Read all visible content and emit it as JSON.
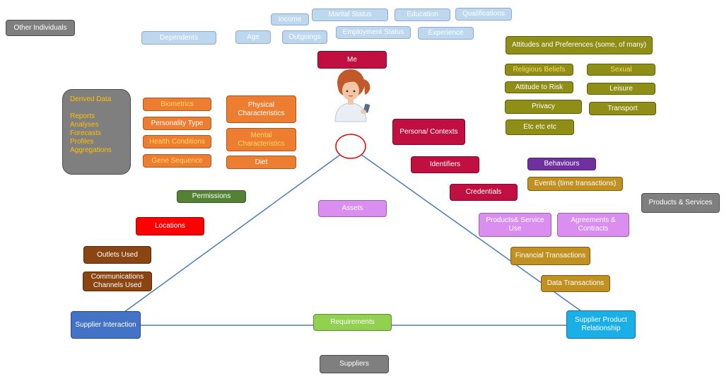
{
  "colors": {
    "light_blue": "#bdd7ee",
    "orange": "#ed7d31",
    "olive": "#8f8f17",
    "crimson": "#c00f40",
    "gray": "#7f7f7f",
    "lilac": "#d98ef0",
    "purple": "#7030a0",
    "gold": "#c09020",
    "brown": "#8b4513",
    "green": "#548235",
    "light_green": "#92d050",
    "red": "#ff0000",
    "blue": "#4472c4",
    "cyan": "#1aafe6",
    "yellow_text": "#ffd966",
    "triangle_line": "#4a7cc0"
  },
  "top_attributes": {
    "income": "Income",
    "marital_status": "Marital Status",
    "education": "Education",
    "qualifications": "Qualifications",
    "dependents": "Dependents",
    "age": "Age",
    "outgoings": "Outgoings",
    "employment_status": "Employment Status",
    "experience": "Experience"
  },
  "other_individuals": "Other Individuals",
  "me": "Me",
  "derived_data": {
    "title": "Derived Data",
    "items": [
      "Reports",
      "Analyses",
      "Forecasts",
      "Profiles",
      "Aggregations"
    ]
  },
  "personal": {
    "biometrics": "Biometrics",
    "personality_type": "Personality Type",
    "health_conditions": "Health Conditions",
    "gene_sequence": "Gene Sequence",
    "physical_characteristics": "Physical Characteristics",
    "mental_characteristics": "Mental Characteristics",
    "diet": "Diet"
  },
  "attitudes": {
    "title": "Attitudes and Preferences (some, of many)",
    "religious_beliefs": "Religious Beliefs",
    "sexual": "Sexual",
    "attitude_to_risk": "Attitude to Risk",
    "leisure": "Leisure",
    "privacy": "Privacy",
    "transport": "Transport",
    "etc": "Etc etc etc"
  },
  "persona_contexts": "Persona/ Contexts",
  "identifiers": "Identifiers",
  "credentials": "Credentials",
  "behaviours": "Behaviours",
  "events": "Events (time transactions)",
  "products_services": "Products & Services",
  "products_service_use": "Products& Service Use",
  "agreements_contracts": "Agreements & Contracts",
  "financial_transactions": "Financial Transactions",
  "data_transactions": "Data Transactions",
  "assets": "Assets",
  "permissions": "Permissions",
  "locations": "Locations",
  "outlets_used": "Outlets Used",
  "communications_channels": "Communications Channels Used",
  "supplier_interaction": "Supplier Interaction",
  "requirements": "Requirements",
  "supplier_product_relationship": "Supplier Product Relationship",
  "suppliers": "Suppliers"
}
